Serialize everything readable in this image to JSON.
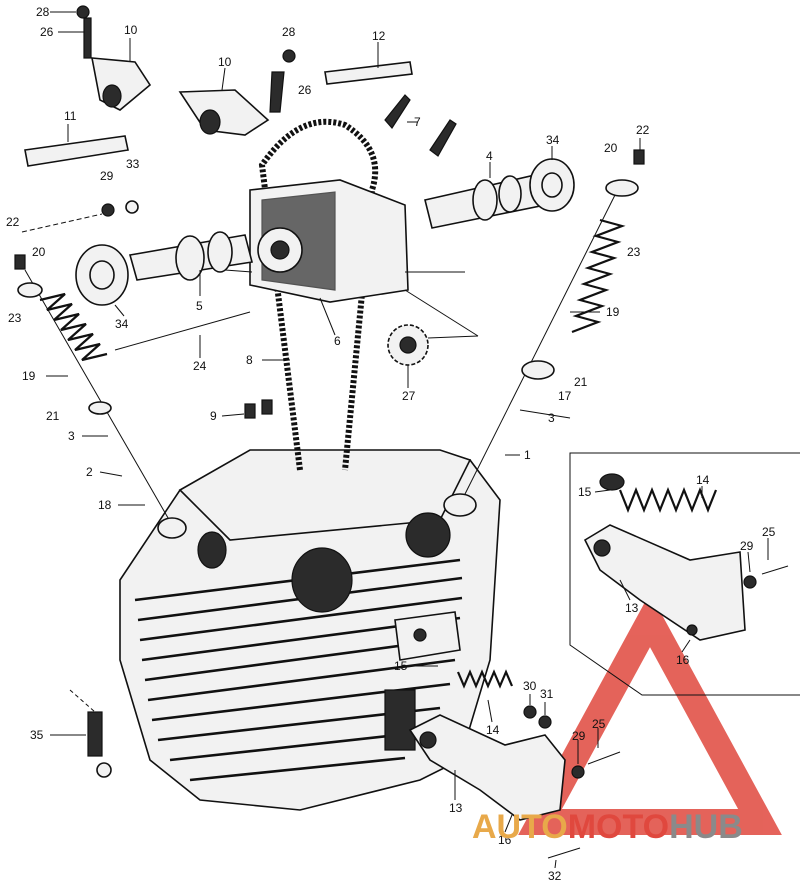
{
  "labels": [
    "28",
    "26",
    "10",
    "10",
    "28",
    "26",
    "12",
    "7",
    "11",
    "29",
    "33",
    "4",
    "34",
    "22",
    "20",
    "22",
    "20",
    "23",
    "5",
    "6",
    "23",
    "19",
    "34",
    "24",
    "8",
    "27",
    "19",
    "21",
    "21",
    "17",
    "9",
    "3",
    "3",
    "2",
    "1",
    "18",
    "15",
    "14",
    "25",
    "29",
    "13",
    "16",
    "30",
    "31",
    "15",
    "14",
    "25",
    "29",
    "13",
    "16",
    "35",
    "32"
  ],
  "watermark": {
    "part1": "AUTO",
    "part2": "MOTO",
    "part3": "HUB",
    "color_red": "#e0483e",
    "color_orange": "#e8a94a",
    "color_gray": "#8a8a8a"
  }
}
